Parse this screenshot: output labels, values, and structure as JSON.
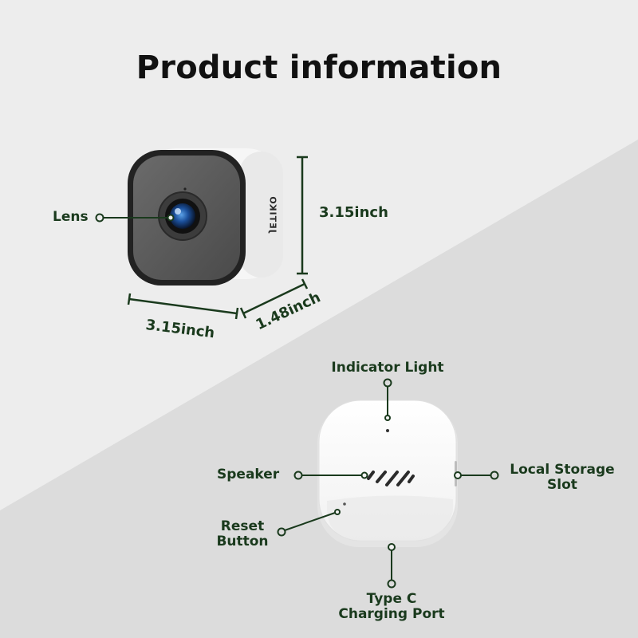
{
  "page": {
    "title": "Product information"
  },
  "brand": {
    "logo_text": "JETIKO"
  },
  "dimensions": {
    "height": "3.15inch",
    "width": "3.15inch",
    "depth": "1.48inch"
  },
  "callouts": {
    "lens": "Lens",
    "indicator_light": "Indicator Light",
    "speaker": "Speaker",
    "local_storage_line1": "Local Storage",
    "local_storage_line2": "Slot",
    "reset_line1": "Reset",
    "reset_line2": "Button",
    "type_c_line1": "Type C",
    "type_c_line2": "Charging Port"
  },
  "colors": {
    "accent": "#1a3a1d",
    "background_light": "#ededed",
    "background_dark": "#dcdcdc"
  }
}
